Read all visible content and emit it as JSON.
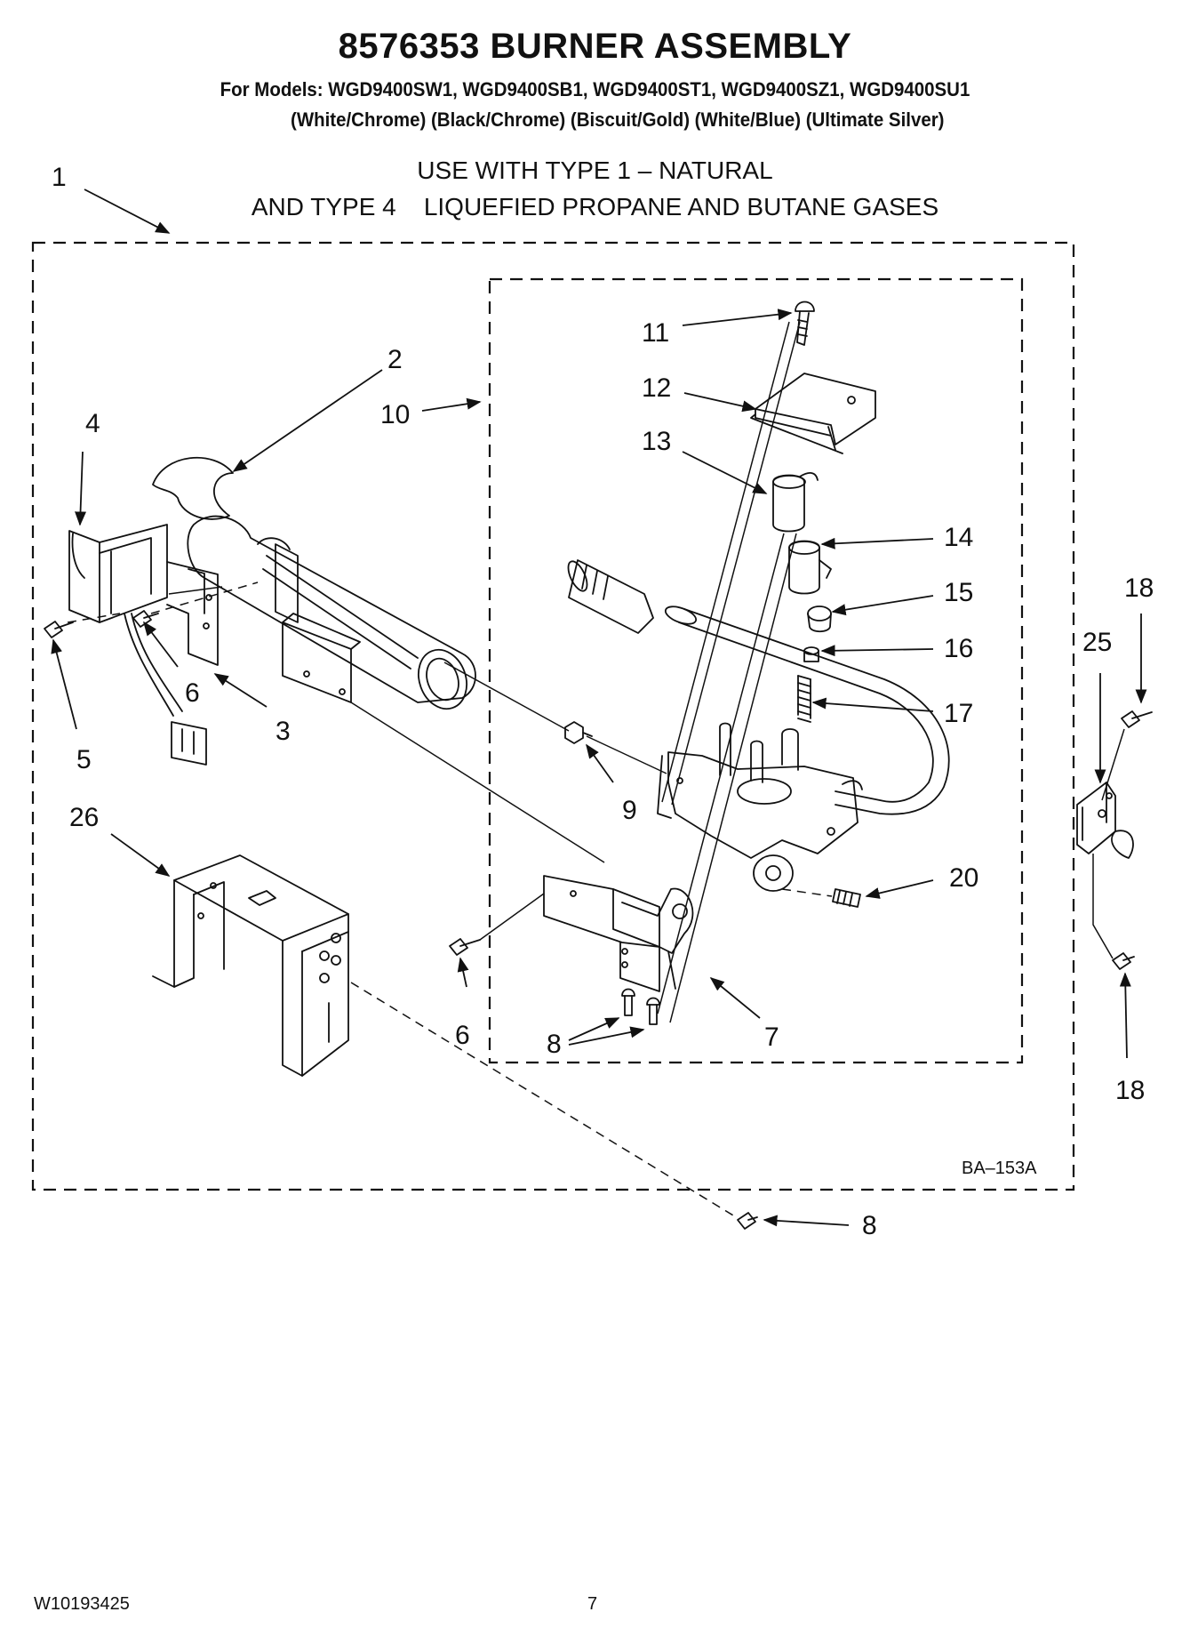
{
  "header": {
    "title": "8576353 BURNER ASSEMBLY",
    "models": "For Models: WGD9400SW1, WGD9400SB1, WGD9400ST1, WGD9400SZ1, WGD9400SU1",
    "finishes": "(White/Chrome) (Black/Chrome) (Biscuit/Gold)  (White/Blue) (Ultimate Silver)",
    "usage_line1": "USE WITH TYPE 1 –  NATURAL",
    "usage_line2": "AND TYPE 4    LIQUEFIED PROPANE AND BUTANE GASES"
  },
  "callouts": {
    "c1": "1",
    "c2": "2",
    "c3": "3",
    "c4": "4",
    "c5": "5",
    "c6a": "6",
    "c6b": "6",
    "c7": "7",
    "c8a": "8",
    "c8b": "8",
    "c9": "9",
    "c10": "10",
    "c11": "11",
    "c12": "12",
    "c13": "13",
    "c14": "14",
    "c15": "15",
    "c16": "16",
    "c17": "17",
    "c18a": "18",
    "c18b": "18",
    "c20": "20",
    "c25": "25",
    "c26": "26"
  },
  "footer": {
    "diagram_code": "BA–153A",
    "doc_number": "W10193425",
    "page_number": "7"
  }
}
